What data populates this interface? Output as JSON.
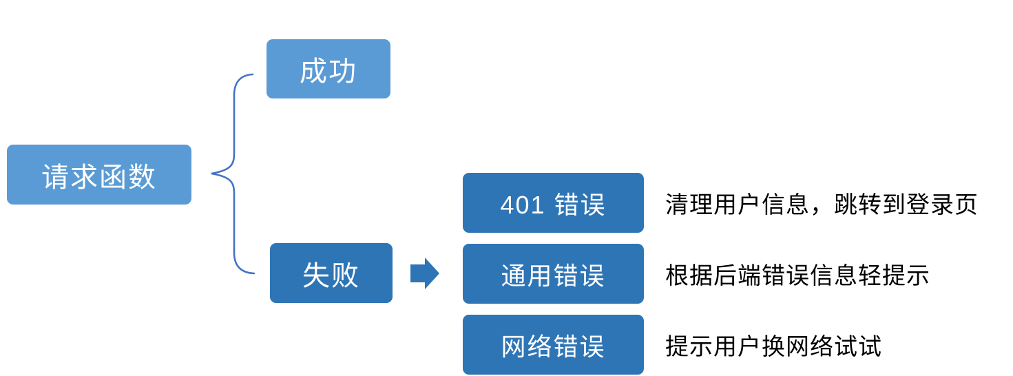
{
  "diagram": {
    "title": "request-function-error-handling-flow",
    "root": {
      "label": "请求函数"
    },
    "branches": [
      {
        "label": "成功",
        "variant": "light"
      },
      {
        "label": "失败",
        "variant": "dark"
      }
    ],
    "failure_children": [
      {
        "label": "401 错误",
        "desc": "清理用户信息，跳转到登录页"
      },
      {
        "label": "通用错误",
        "desc": "根据后端错误信息轻提示"
      },
      {
        "label": "网络错误",
        "desc": "提示用户换网络试试"
      }
    ],
    "icons": {
      "brace": "left-curly-brace-icon",
      "arrow": "right-block-arrow-icon"
    },
    "colors": {
      "light_blue": "#5B9BD5",
      "dark_blue": "#2E75B6",
      "brace_stroke": "#4472C4",
      "box_text": "#FFFFFF",
      "desc_text": "#000000",
      "background": "#FFFFFF"
    }
  }
}
